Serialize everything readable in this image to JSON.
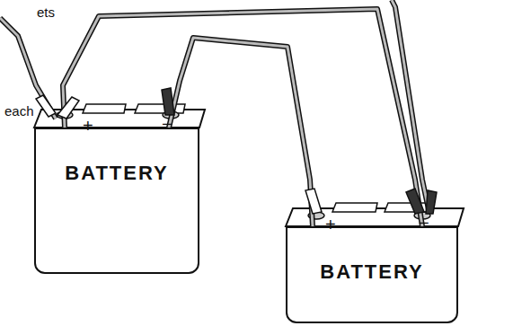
{
  "diagram": {
    "nodes": [
      {
        "text": [
          "BATTERY"
        ]
      },
      {
        "text": [
          "BATTERY"
        ]
      }
    ],
    "edges": [
      {
        "from": 0,
        "to": 1,
        "arrow": "none"
      },
      {
        "from": 0,
        "to": 1,
        "arrow": "none"
      }
    ],
    "labels": [
      "ets",
      "each",
      "+",
      "−",
      "+",
      "−"
    ]
  }
}
